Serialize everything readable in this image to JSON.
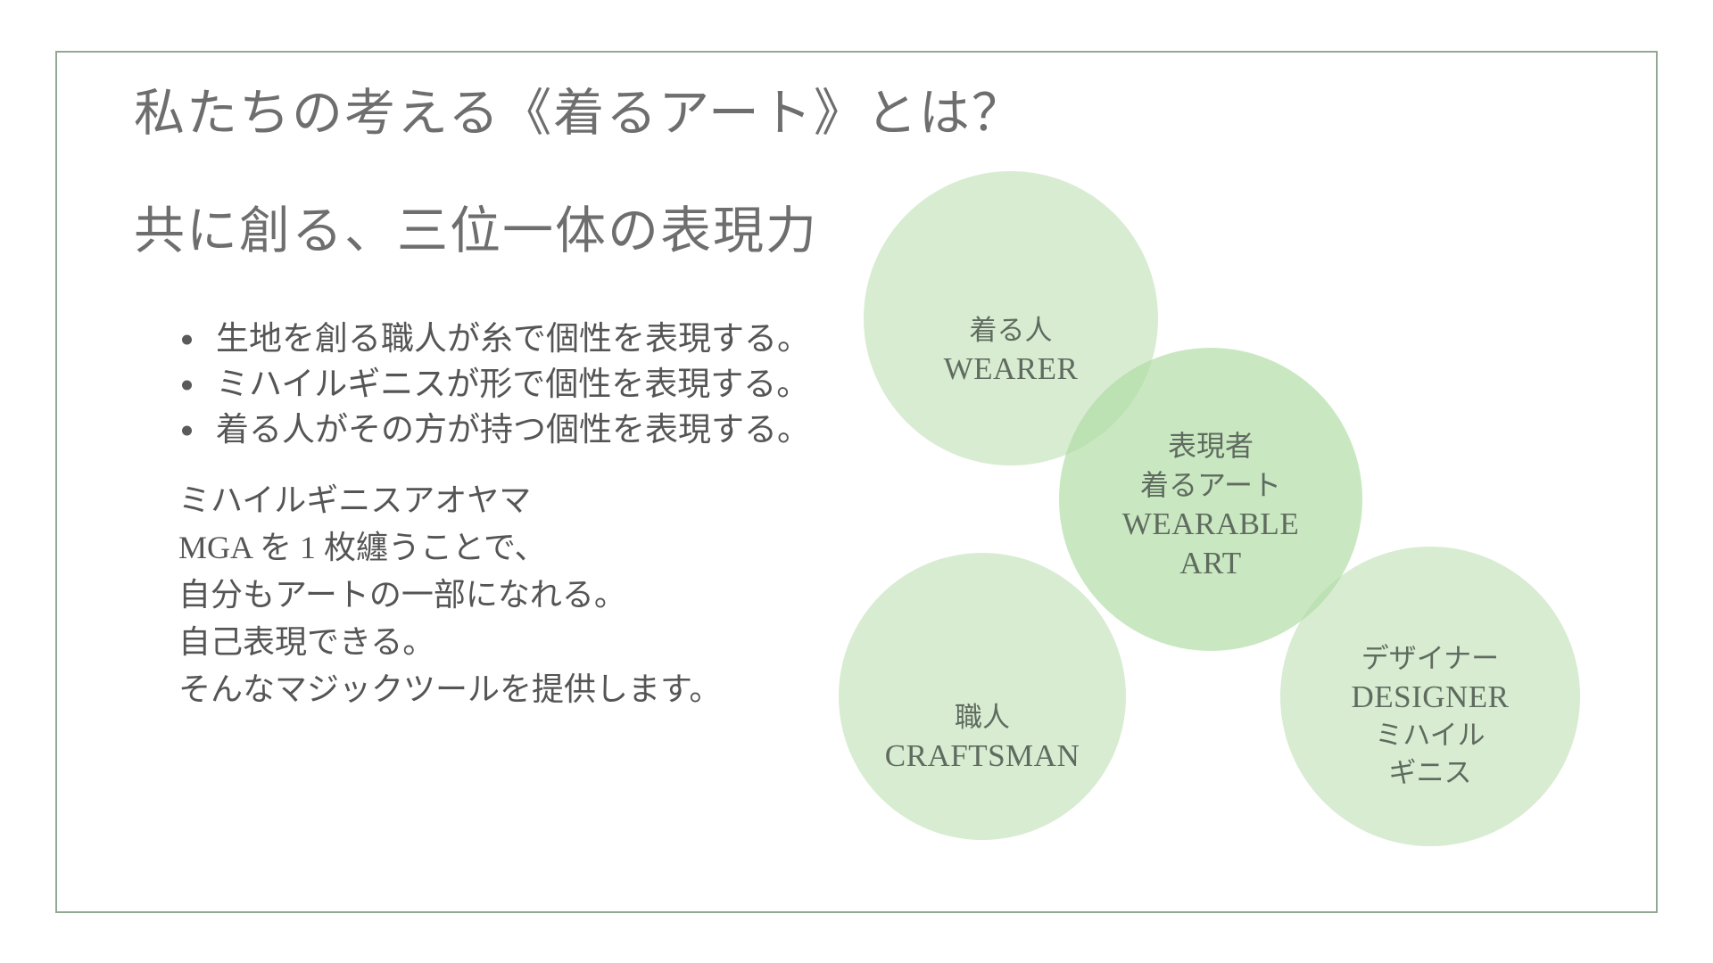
{
  "slide": {
    "frame_color": "#93a893",
    "background_color": "#ffffff",
    "text_color": "#6e6e6e"
  },
  "title": {
    "line1": "私たちの考える《着るアート》とは？",
    "line2": "共に創る、三位一体の表現力"
  },
  "bullets": [
    {
      "text": "生地を創る職人が糸で個性を表現する。"
    },
    {
      "text": "ミハイルギニスが形で個性を表現する。"
    },
    {
      "text": "着る人がその方が持つ個性を表現する。"
    }
  ],
  "paragraph": [
    "ミハイルギニスアオヤマ",
    "MGA を 1 枚纏うことで、",
    "自分もアートの一部になれる。",
    "自己表現できる。",
    "そんなマジックツールを提供します。"
  ],
  "venn": {
    "accent_color": "#b7ddac",
    "center_color": "#b0dba3",
    "label_color": "#5f6b5f",
    "circles": [
      {
        "id": "wearer",
        "lines": [
          {
            "text": "着る人",
            "style": "jp"
          },
          {
            "text": "WEARER",
            "style": "en"
          }
        ]
      },
      {
        "id": "craftsman",
        "lines": [
          {
            "text": "職人",
            "style": "jp"
          },
          {
            "text": "CRAFTSMAN",
            "style": "en"
          }
        ]
      },
      {
        "id": "designer",
        "lines": [
          {
            "text": "デザイナー",
            "style": "jp"
          },
          {
            "text": "DESIGNER",
            "style": "en"
          },
          {
            "text": "ミハイル",
            "style": "jp"
          },
          {
            "text": "ギニス",
            "style": "jp"
          }
        ]
      },
      {
        "id": "wearableart",
        "lines": [
          {
            "text": "表現者",
            "style": "jp"
          },
          {
            "text": "着るアート",
            "style": "jp"
          },
          {
            "text": "WEARABLE",
            "style": "en"
          },
          {
            "text": "ART",
            "style": "en"
          }
        ]
      }
    ]
  }
}
